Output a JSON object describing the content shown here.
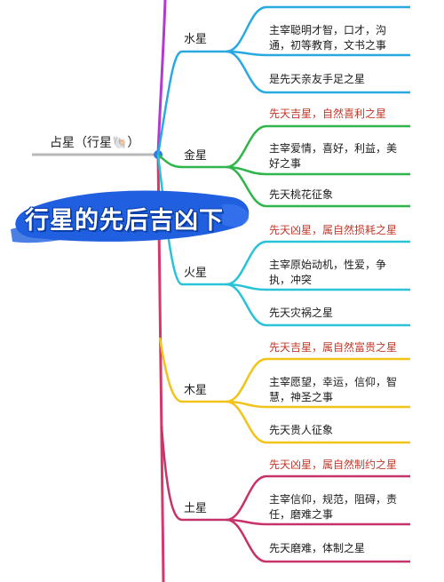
{
  "root": {
    "label": "占星（行星🐚）"
  },
  "title": "行星的先后吉凶下",
  "colors": {
    "water": "#29a9e1",
    "venus": "#2fb54a",
    "mars": "#29c2d6",
    "jupiter": "#f2c318",
    "saturn": "#c8326a",
    "trunk_top": "#b03ccf",
    "trunk": "#d33a6a",
    "root_line": "#b8b8b8",
    "red_text": "#c0392b"
  },
  "planets": {
    "water": {
      "name": "水星",
      "items": [
        "主宰聪明才智，口才，沟通，初等教育，文书之事",
        "是先天亲友手足之星"
      ]
    },
    "venus": {
      "name": "金星",
      "items": [
        "先天吉星，自然喜利之星",
        "主宰爱情，喜好，利益，美好之事",
        "先天桃花征象"
      ]
    },
    "mars": {
      "name": "火星",
      "items": [
        "先天凶星，属自然损耗之星",
        "主宰原始动机，性爱，争执，冲突",
        "先天灾祸之星"
      ]
    },
    "jupiter": {
      "name": "木星",
      "items": [
        "先天吉星，属自然富贵之星",
        "主宰愿望，幸运，信仰，智慧，神圣之事",
        "先天贵人征象"
      ]
    },
    "saturn": {
      "name": "土星",
      "items": [
        "先天凶星，属自然制约之星",
        "主宰信仰，规范，阻碍，责任，磨难之事",
        "先天磨难，体制之星"
      ]
    }
  }
}
